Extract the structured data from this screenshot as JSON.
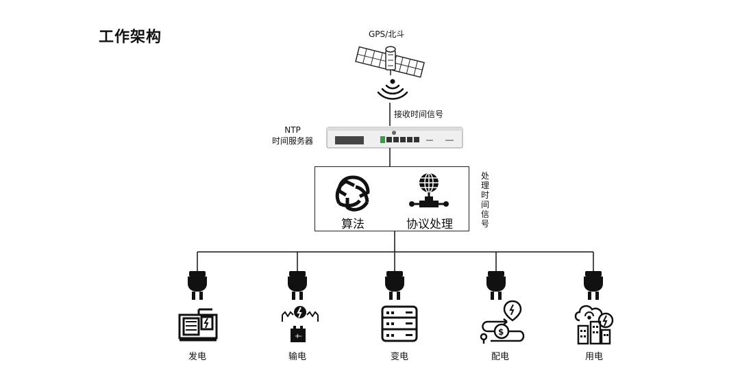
{
  "title": "工作架构",
  "satellite": {
    "label": "GPS/北斗",
    "icon": "satellite-icon"
  },
  "signal_link": {
    "label": "接收时间信号"
  },
  "ntp_server": {
    "line1": "NTP",
    "line2": "时间服务器",
    "icon": "rack-server-icon"
  },
  "processing": {
    "side_label": "处理时间信号",
    "algorithm_label": "算法",
    "protocol_label": "协议处理",
    "algorithm_icon": "knot-icon",
    "protocol_icon": "network-globe-icon"
  },
  "nodes": [
    {
      "label": "发电",
      "icon": "generator-icon"
    },
    {
      "label": "输电",
      "icon": "power-transmission-icon"
    },
    {
      "label": "变电",
      "icon": "server-stack-icon"
    },
    {
      "label": "配电",
      "icon": "distribution-flow-icon"
    },
    {
      "label": "用电",
      "icon": "smart-home-icon"
    }
  ],
  "connector_icon": "power-plug-icon"
}
